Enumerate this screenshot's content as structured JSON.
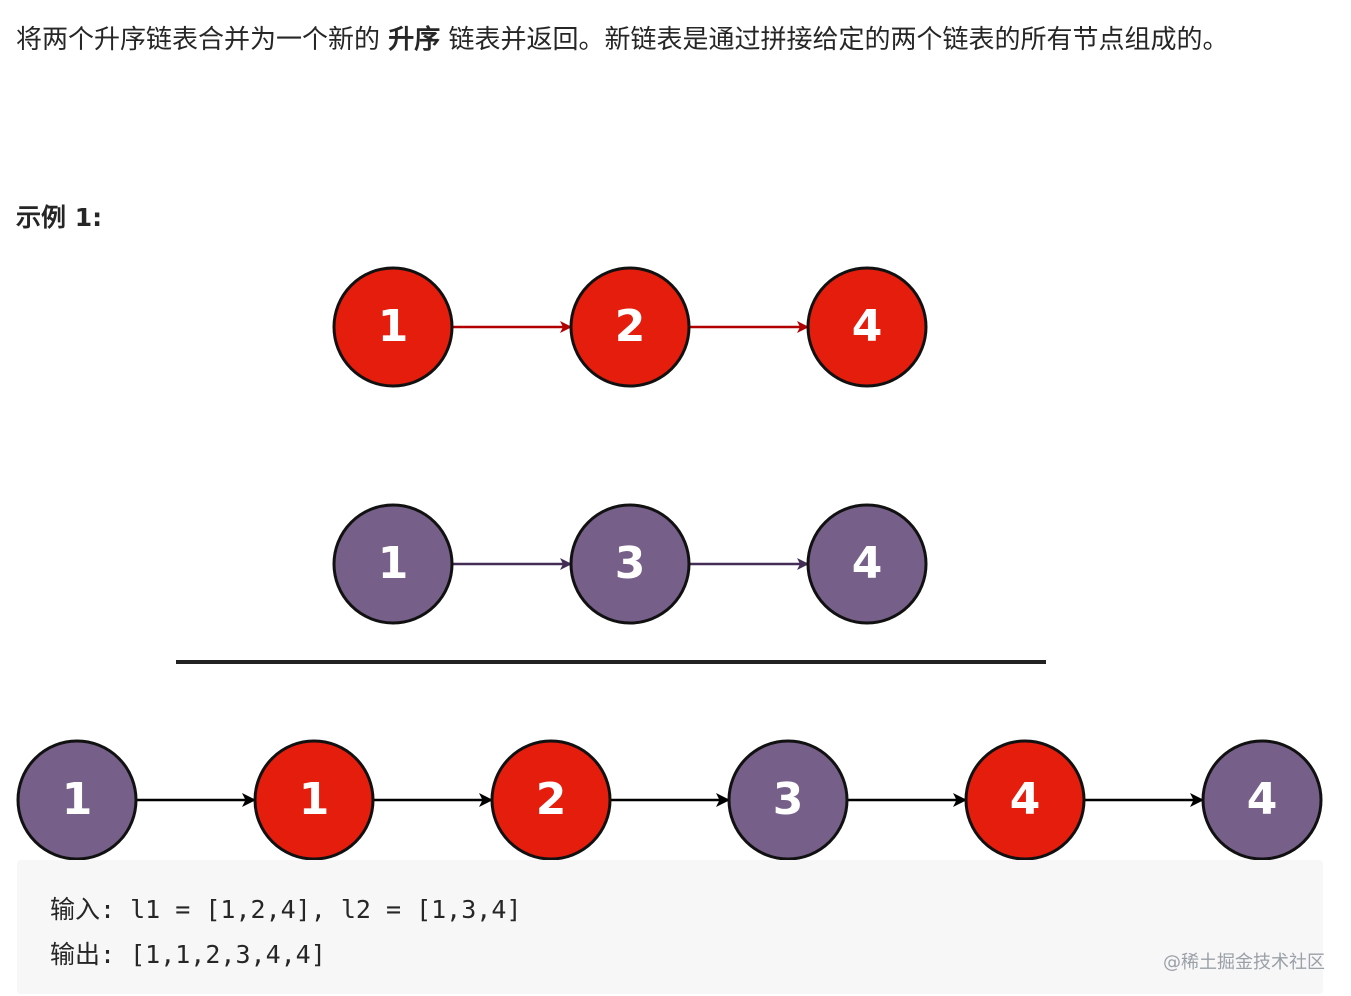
{
  "intro": {
    "part1": "将两个升序链表合并为一个新的 ",
    "bold": "升序",
    "part2": " 链表并返回。新链表是通过拼接给定的两个链表的所有节点组成的。"
  },
  "example": {
    "title": "示例 1:"
  },
  "diagram": {
    "list1": [
      "1",
      "2",
      "4"
    ],
    "list2": [
      "1",
      "3",
      "4"
    ],
    "merged": [
      {
        "label": "1",
        "color": "purple"
      },
      {
        "label": "1",
        "color": "red"
      },
      {
        "label": "2",
        "color": "red"
      },
      {
        "label": "3",
        "color": "purple"
      },
      {
        "label": "4",
        "color": "red"
      },
      {
        "label": "4",
        "color": "purple"
      }
    ],
    "colors": {
      "red": "#e41d0d",
      "purple": "#76608a",
      "red_arrow": "#b20000",
      "purple_arrow": "#432d57",
      "black": "#000000"
    }
  },
  "code": {
    "input": "输入: l1 = [1,2,4], l2 = [1,3,4]",
    "output": "输出: [1,1,2,3,4,4]"
  },
  "watermark": "@稀土掘金技术社区"
}
